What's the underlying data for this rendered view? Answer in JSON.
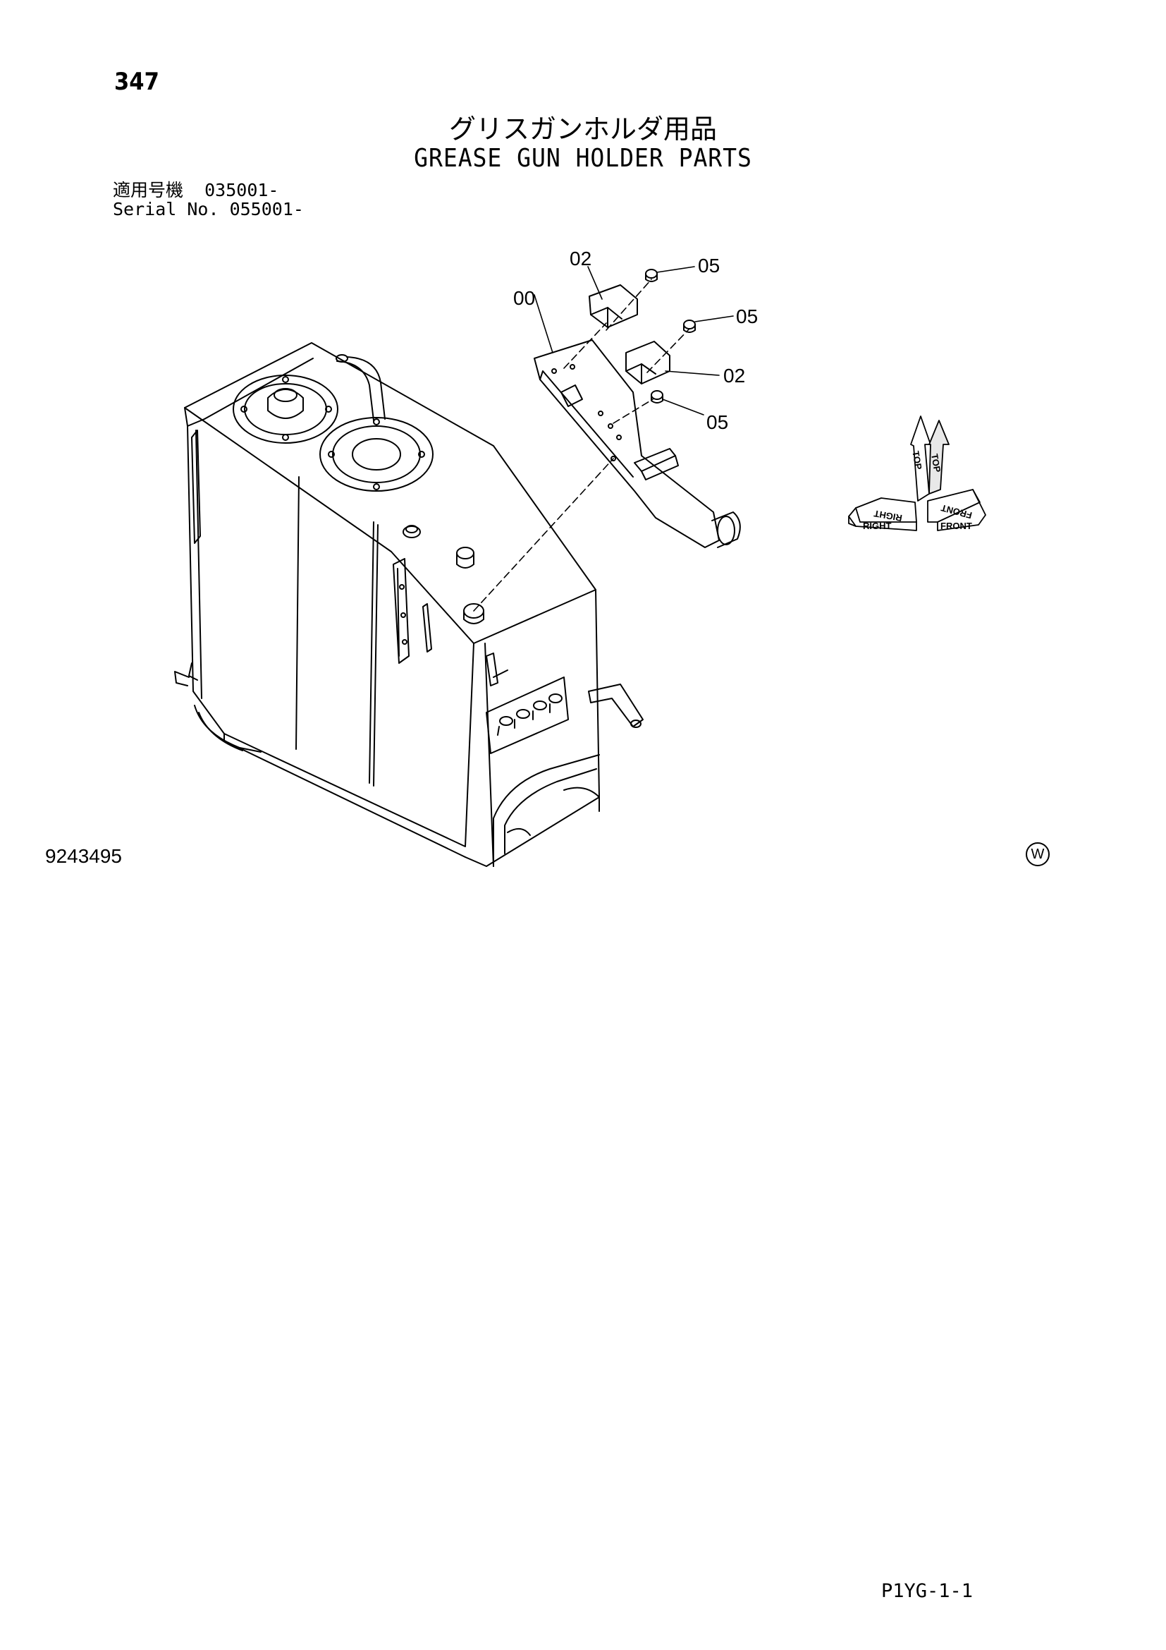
{
  "header": {
    "page_number": "347",
    "title_jp": "グリスガンホルダ用品",
    "title_en": "GREASE GUN HOLDER PARTS",
    "serial_label_jp": "適用号機",
    "serial_value_jp": "035001-",
    "serial_label_en": "Serial No.",
    "serial_value_en": "055001-"
  },
  "callouts": {
    "c_02_top": "02",
    "c_00": "00",
    "c_05_a": "05",
    "c_05_b": "05",
    "c_02_mid": "02",
    "c_05_c": "05"
  },
  "direction_indicator": {
    "top": "TOP",
    "right": "RIGHT",
    "front": "FRONT"
  },
  "drawing_number": "9243495",
  "w_mark": "W",
  "footer_code": "P1YG-1-1"
}
